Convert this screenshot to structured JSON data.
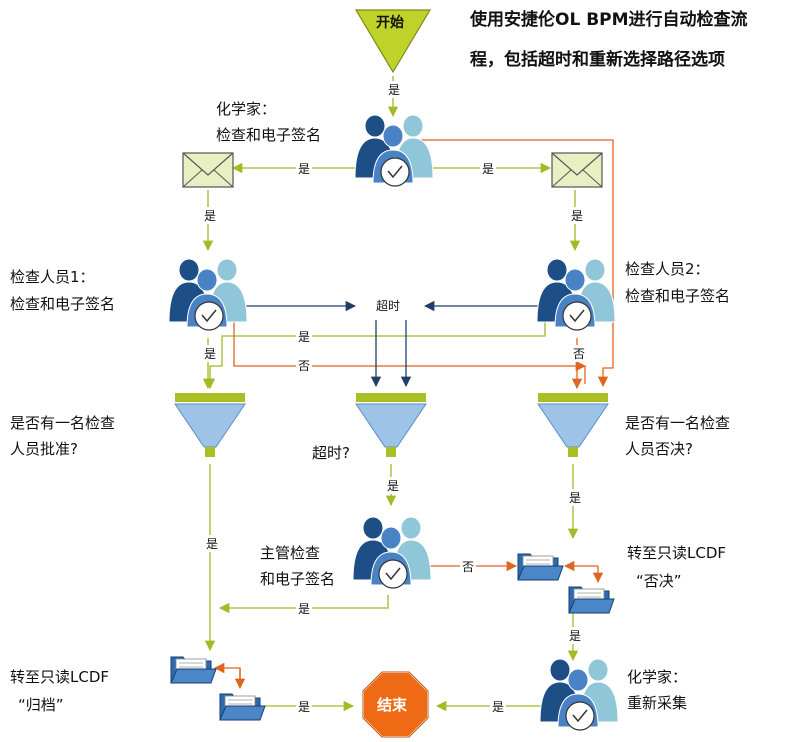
{
  "title": {
    "line1": "使用安捷伦OL BPM进行自动检查流",
    "line2": "程，包括超时和重新选择路径选项"
  },
  "start_label": "开始",
  "end_label": "结束",
  "roles": {
    "chemist_top_l1": "化学家：",
    "chemist_top_l2": "检查和电子签名",
    "rev1_l1": "检查人员1：",
    "rev1_l2": "检查和电子签名",
    "rev2_l1": "检查人员2：",
    "rev2_l2": "检查和电子签名",
    "supervisor_l1": "主管检查",
    "supervisor_l2": "和电子签名",
    "chemist_bottom_l1": "化学家：",
    "chemist_bottom_l2": "重新采集"
  },
  "decisions": {
    "approved_l1": "是否有一名检查",
    "approved_l2": "人员批准?",
    "timeout": "超时?",
    "rejected_l1": "是否有一名检查",
    "rejected_l2": "人员否决?"
  },
  "results": {
    "reject_l1": "转至只读LCDF",
    "reject_l2": "“否决”",
    "archive_l1": "转至只读LCDF",
    "archive_l2": "“归档”"
  },
  "edge_labels": {
    "yes": "是",
    "no": "否",
    "timeout": "超时"
  },
  "colors": {
    "green_arrow": "#a5b825",
    "dark_arrow": "#1f3f66",
    "orange_arrow": "#e0651f",
    "start_fill": "#bfd22a",
    "end_fill": "#ee6a14",
    "funnel_fill": "#9dc3e6",
    "funnel_bar": "#a9bf24"
  }
}
